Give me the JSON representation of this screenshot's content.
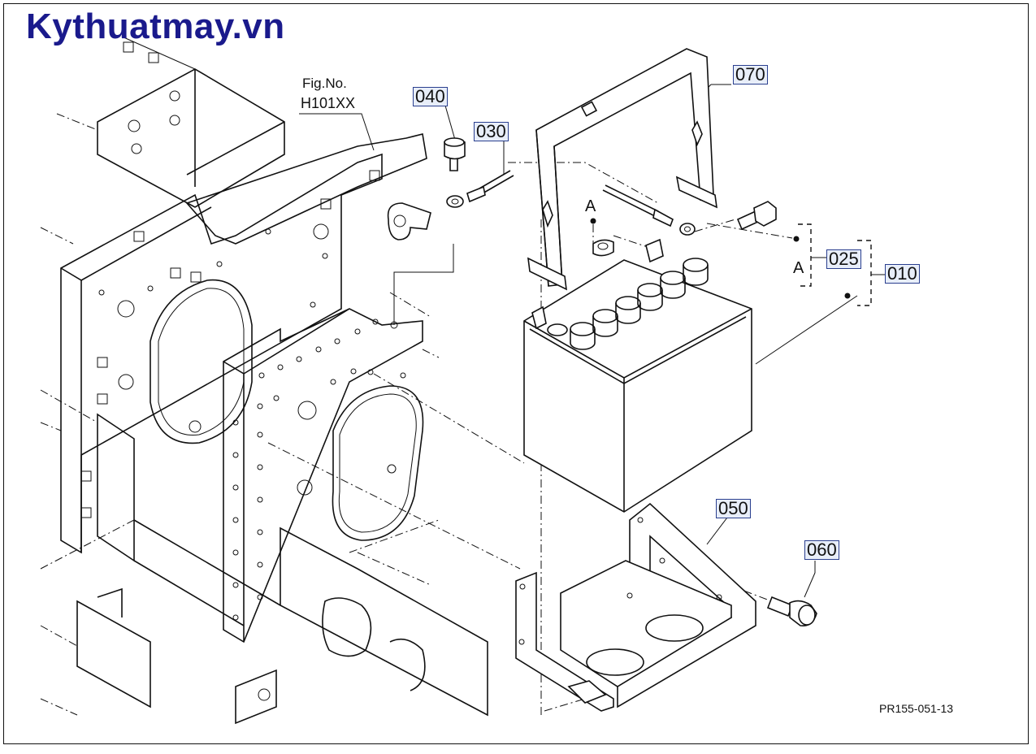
{
  "watermark": "Kythuatmay.vn",
  "figure_ref": {
    "label": "Fig.No.",
    "number": "H101XX"
  },
  "drawing_code": "PR155-051-13",
  "marks": {
    "a_top": "A",
    "a_bracket": "A"
  },
  "callouts": {
    "p010": "010",
    "p025": "025",
    "p030": "030",
    "p040": "040",
    "p050": "050",
    "p060": "060",
    "p070": "070"
  }
}
